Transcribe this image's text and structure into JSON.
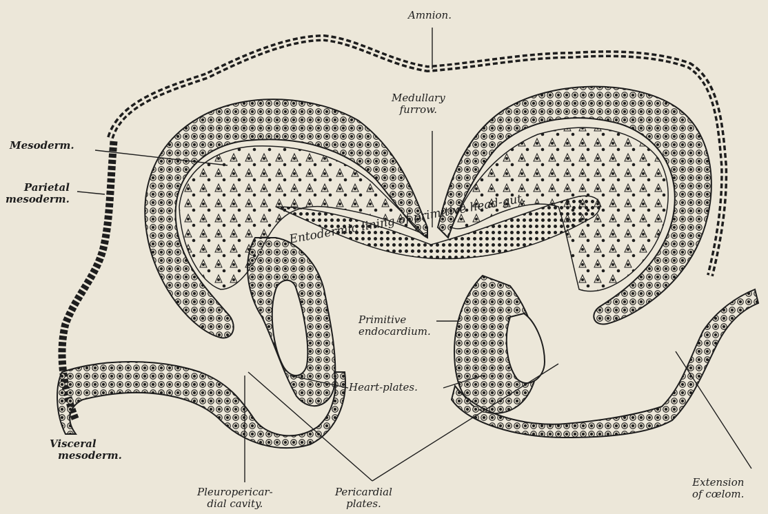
{
  "labels": {
    "amnion": "Amnion.",
    "medullary_furrow": [
      "Medullary",
      "furrow."
    ],
    "mesoderm": "Mesoderm.",
    "parietal_mesoderm": [
      "Parietal",
      "mesoderm."
    ],
    "entodermic_lining": "Entodermic lining of primitive head-gut.",
    "primitive_endocardium": [
      "Primitive",
      "endocardium."
    ],
    "heart_plates": "Heart-plates.",
    "visceral_mesoderm": [
      "Visceral",
      "mesoderm."
    ],
    "pleuropericardial_cavity": [
      "Pleuropericar-",
      "dial cavity."
    ],
    "pericardial_plates": [
      "Pericardial",
      "plates."
    ],
    "extension_of_coelom": [
      "Extension",
      "of cœlom."
    ]
  },
  "colors": {
    "paper": "#ece7d9",
    "ink": "#1e1e1e",
    "cell_fill": "#d8d2c2"
  }
}
